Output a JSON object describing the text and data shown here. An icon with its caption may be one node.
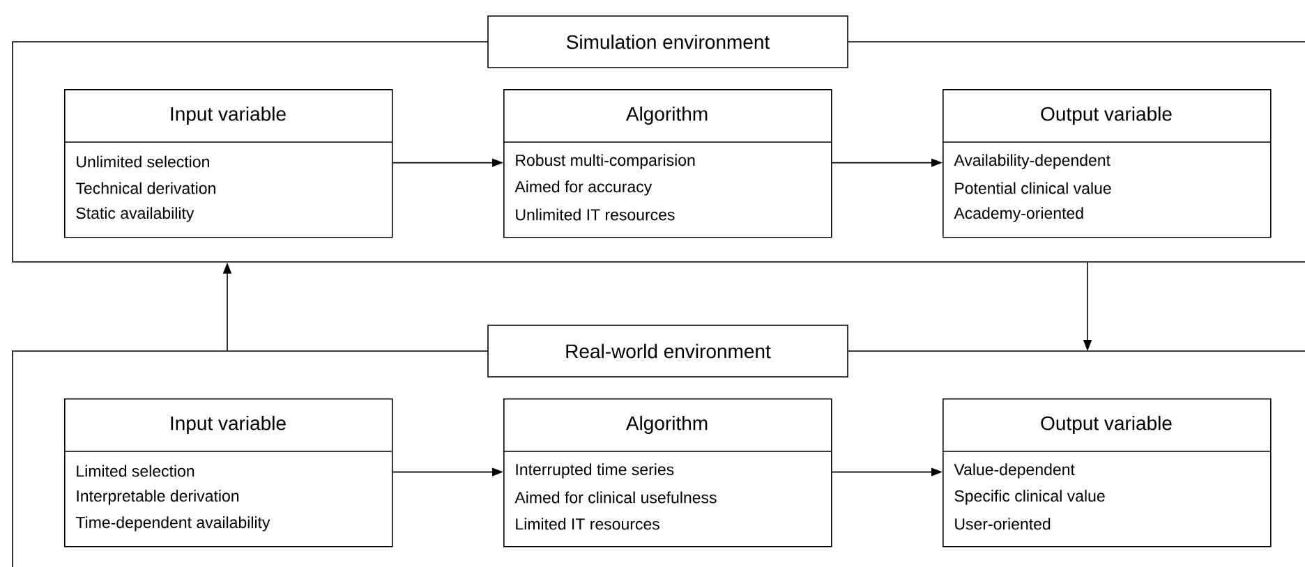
{
  "diagram": {
    "nodes": [
      {
        "text": [
          "Simulation environment"
        ]
      },
      {
        "text": [
          "Input variable",
          "Unlimited selection",
          "Technical derivation",
          "Static availability"
        ],
        "in": 0
      },
      {
        "text": [
          "Algorithm",
          "Robust multi-comparision",
          "Aimed for accuracy",
          "Unlimited IT resources"
        ],
        "in": 0
      },
      {
        "text": [
          "Output variable",
          "Availability-dependent",
          "Potential clinical value",
          "Academy-oriented"
        ],
        "in": 0
      },
      {
        "text": [
          "Real-world environment"
        ]
      },
      {
        "text": [
          "Input variable",
          "Limited selection",
          "Interpretable derivation",
          "Time-dependent availability"
        ],
        "in": 4
      },
      {
        "text": [
          "Algorithm",
          "Interrupted time series",
          "Aimed for clinical usefulness",
          "Limited IT resources"
        ],
        "in": 4
      },
      {
        "text": [
          "Output variable",
          "Value-dependent",
          "Specific clinical value",
          "User-oriented"
        ],
        "in": 4
      }
    ],
    "edges": [
      {
        "from": 1,
        "to": 2,
        "arrow": "to"
      },
      {
        "from": 2,
        "to": 3,
        "arrow": "to"
      },
      {
        "from": 0,
        "to": 4,
        "arrow": "to"
      },
      {
        "from": 4,
        "to": 0,
        "arrow": "to"
      },
      {
        "from": 5,
        "to": 6,
        "arrow": "to"
      },
      {
        "from": 6,
        "to": 7,
        "arrow": "to"
      }
    ]
  }
}
